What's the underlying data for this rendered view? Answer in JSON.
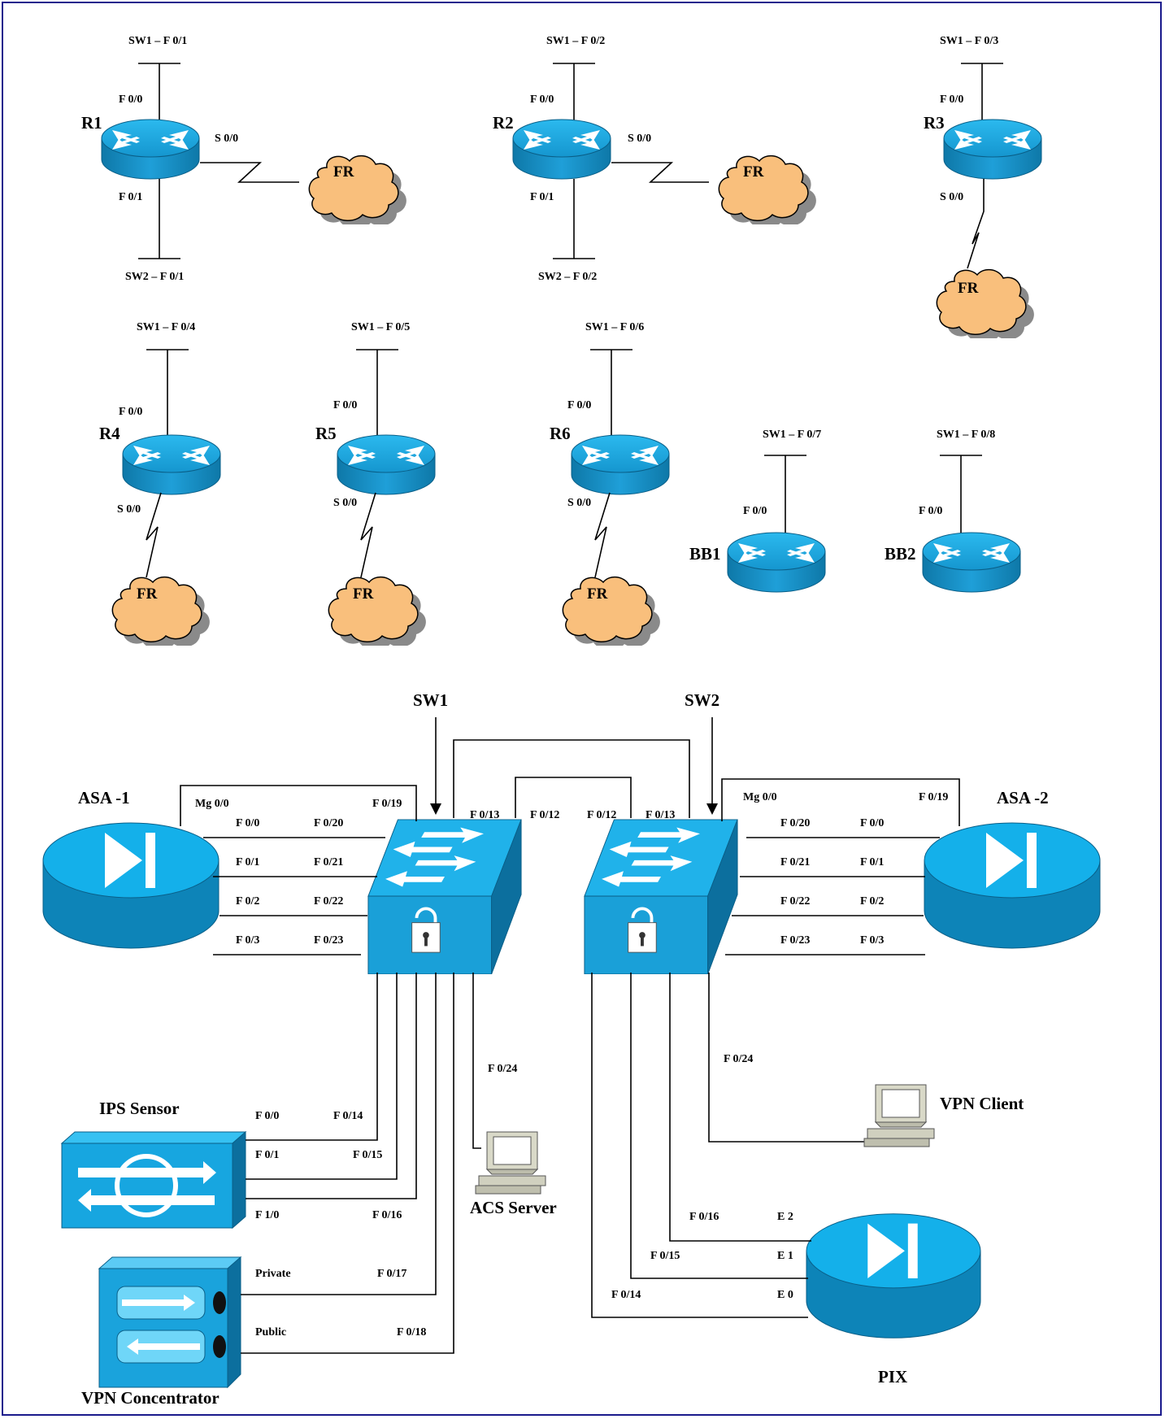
{
  "colors": {
    "border": "#1a1a8c",
    "device_blue": "#1ba7e0",
    "device_dark": "#0a6f9c",
    "cloud": "#f9bf7c",
    "cloud_shadow": "#8a8a8a"
  },
  "routers_top": {
    "r1": {
      "name": "R1",
      "sw1": "SW1 – F 0/1",
      "f00": "F 0/0",
      "s00": "S 0/0",
      "f01": "F 0/1",
      "sw2": "SW2 – F 0/1",
      "cloud": "FR"
    },
    "r2": {
      "name": "R2",
      "sw1": "SW1 – F 0/2",
      "f00": "F 0/0",
      "s00": "S 0/0",
      "f01": "F 0/1",
      "sw2": "SW2 – F 0/2",
      "cloud": "FR"
    },
    "r3": {
      "name": "R3",
      "sw1": "SW1 – F 0/3",
      "f00": "F 0/0",
      "s00": "S 0/0",
      "cloud": "FR"
    }
  },
  "routers_mid": {
    "r4": {
      "name": "R4",
      "sw1": "SW1 – F 0/4",
      "f00": "F 0/0",
      "s00": "S 0/0",
      "cloud": "FR"
    },
    "r5": {
      "name": "R5",
      "sw1": "SW1 – F 0/5",
      "f00": "F 0/0",
      "s00": "S 0/0",
      "cloud": "FR"
    },
    "r6": {
      "name": "R6",
      "sw1": "SW1 – F 0/6",
      "f00": "F 0/0",
      "s00": "S 0/0",
      "cloud": "FR"
    },
    "bb1": {
      "name": "BB1",
      "sw1": "SW1 – F 0/7",
      "f00": "F 0/0"
    },
    "bb2": {
      "name": "BB2",
      "sw1": "SW1 – F 0/8",
      "f00": "F 0/0"
    }
  },
  "switches": {
    "sw1": {
      "name": "SW1",
      "f013": "F 0/13",
      "f012": "F 0/12",
      "f024": "F 0/24"
    },
    "sw2": {
      "name": "SW2",
      "f012": "F 0/12",
      "f013": "F 0/13",
      "f024": "F 0/24"
    }
  },
  "asa1": {
    "name": "ASA -1",
    "mg": "Mg 0/0",
    "mg_port": "F 0/19",
    "links": [
      {
        "if": "F 0/0",
        "port": "F 0/20"
      },
      {
        "if": "F 0/1",
        "port": "F 0/21"
      },
      {
        "if": "F 0/2",
        "port": "F 0/22"
      },
      {
        "if": "F 0/3",
        "port": "F 0/23"
      }
    ]
  },
  "asa2": {
    "name": "ASA -2",
    "mg": "Mg 0/0",
    "mg_port": "F 0/19",
    "links": [
      {
        "port": "F 0/20",
        "if": "F 0/0"
      },
      {
        "port": "F 0/21",
        "if": "F 0/1"
      },
      {
        "port": "F 0/22",
        "if": "F 0/2"
      },
      {
        "port": "F 0/23",
        "if": "F 0/3"
      }
    ]
  },
  "ips": {
    "name": "IPS Sensor",
    "links": [
      {
        "if": "F 0/0",
        "port": "F 0/14"
      },
      {
        "if": "F 0/1",
        "port": "F 0/15"
      },
      {
        "if": "F 1/0",
        "port": "F 0/16"
      }
    ]
  },
  "vpn_conc": {
    "name": "VPN Concentrator",
    "links": [
      {
        "if": "Private",
        "port": "F 0/17"
      },
      {
        "if": "Public",
        "port": "F 0/18"
      }
    ]
  },
  "acs": {
    "name": "ACS Server"
  },
  "vpn_client": {
    "name": "VPN Client"
  },
  "pix": {
    "name": "PIX",
    "links": [
      {
        "port": "F 0/16",
        "if": "E 2"
      },
      {
        "port": "F 0/15",
        "if": "E 1"
      },
      {
        "port": "F 0/14",
        "if": "E 0"
      }
    ]
  }
}
